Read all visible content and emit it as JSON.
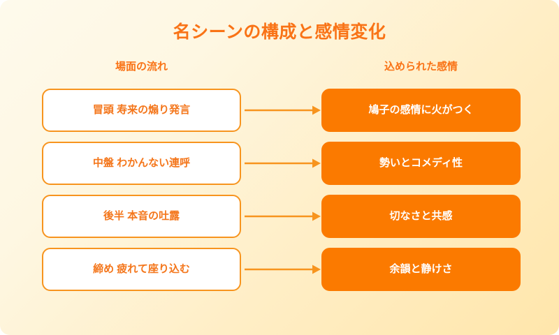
{
  "diagram": {
    "title": "名シーンの構成と感情変化",
    "background_start_color": "#fefaec",
    "background_end_color": "#ffe6ab",
    "accent_color": "#f97316",
    "fill_color": "#fb7a00",
    "border_color": "#f7941e",
    "columns": {
      "left": {
        "header": "場面の流れ",
        "nodes": [
          {
            "label": "冒頭 寿来の煽り発言"
          },
          {
            "label": "中盤 わかんない連呼"
          },
          {
            "label": "後半 本音の吐露"
          },
          {
            "label": "締め 疲れて座り込む"
          }
        ]
      },
      "right": {
        "header": "込められた感情",
        "nodes": [
          {
            "label": "鳩子の感情に火がつく"
          },
          {
            "label": "勢いとコメディ性"
          },
          {
            "label": "切なさと共感"
          },
          {
            "label": "余韻と静けさ"
          }
        ]
      }
    },
    "connectors": [
      {
        "name": "arrow-1",
        "from": "冒頭 寿来の煽り発言",
        "to": "鳩子の感情に火がつく"
      },
      {
        "name": "arrow-2",
        "from": "中盤 わかんない連呼",
        "to": "勢いとコメディ性"
      },
      {
        "name": "arrow-3",
        "from": "後半 本音の吐露",
        "to": "切なさと共感"
      },
      {
        "name": "arrow-4",
        "from": "締め 疲れて座り込む",
        "to": "余韻と静けさ"
      }
    ]
  }
}
